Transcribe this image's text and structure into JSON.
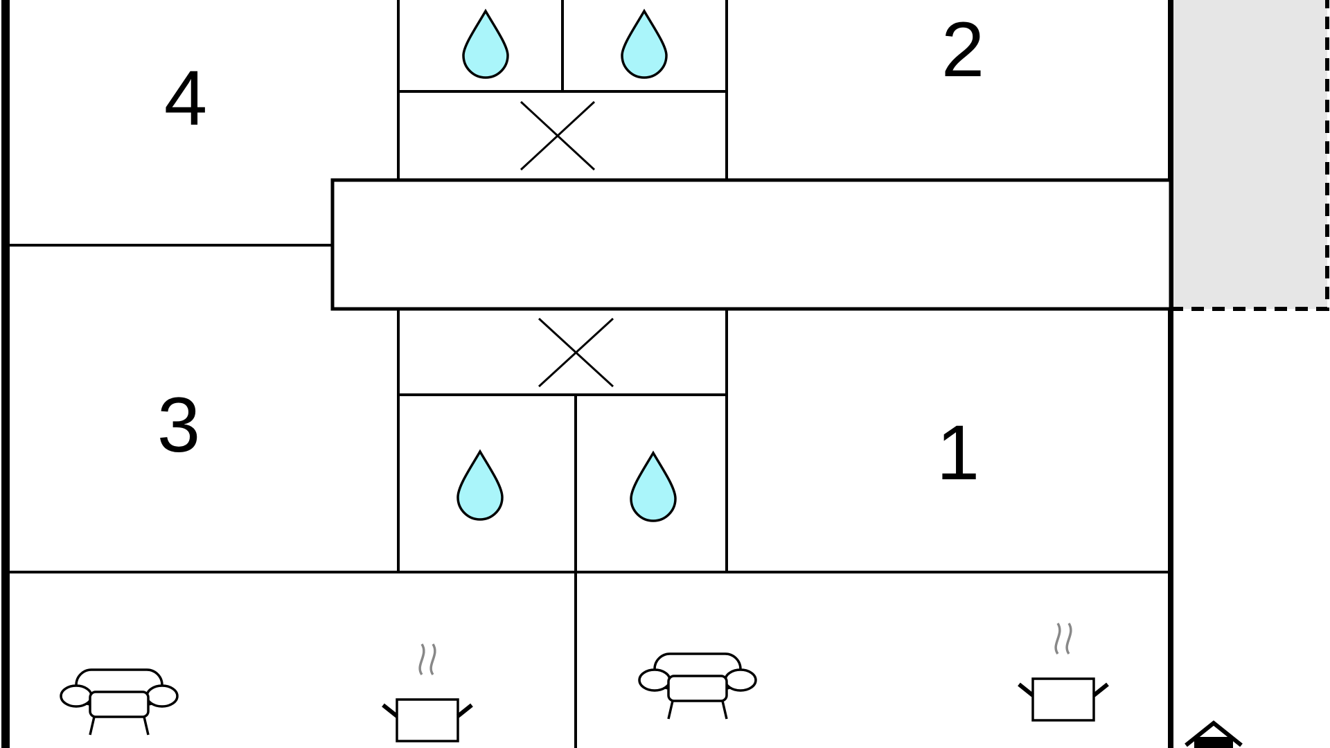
{
  "rooms": {
    "room_1": {
      "label": "1"
    },
    "room_2": {
      "label": "2"
    },
    "room_3": {
      "label": "3"
    },
    "room_4": {
      "label": "4"
    }
  },
  "colors": {
    "line": "#000000",
    "water_drop": "#aaf5fa",
    "outdoor_area": "#e6e6e6",
    "steam": "#888888"
  },
  "icons": {
    "bathroom": "water-drop-icon",
    "storage": "cross-mark-icon",
    "living": "sofa-icon",
    "kitchen": "cooking-pot-icon",
    "entrance": "house-icon"
  }
}
